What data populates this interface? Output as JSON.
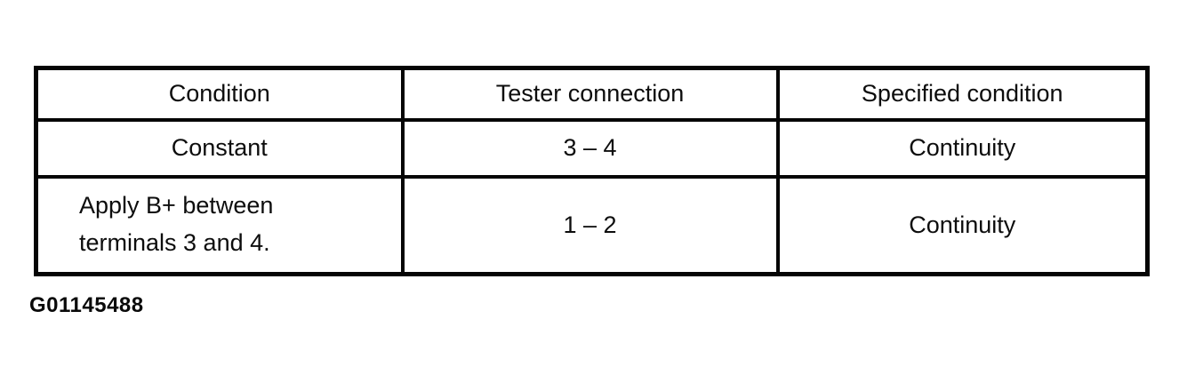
{
  "table": {
    "headers": [
      "Condition",
      "Tester connection",
      "Specified condition"
    ],
    "rows": [
      {
        "condition": "Constant",
        "tester_connection": "3 – 4",
        "specified_condition": "Continuity"
      },
      {
        "condition": "Apply B+ between terminals 3 and 4.",
        "tester_connection": "1 – 2",
        "specified_condition": "Continuity"
      }
    ]
  },
  "figure_label": "G01145488",
  "colors": {
    "ink": "#050505",
    "paper": "#ffffff"
  }
}
